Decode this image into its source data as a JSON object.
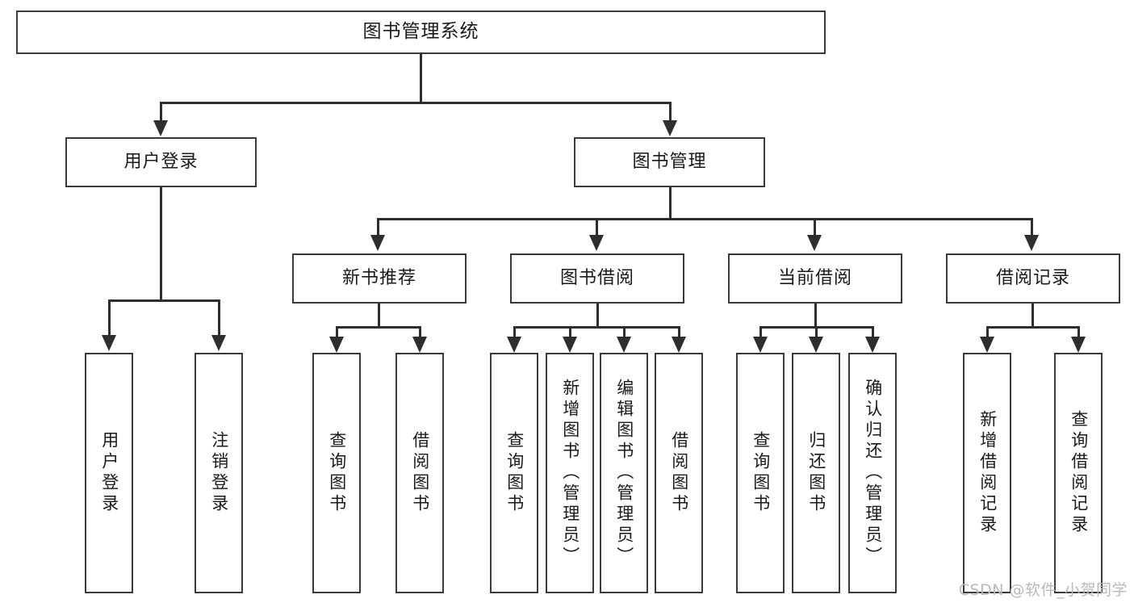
{
  "diagram": {
    "title": "图书管理系统",
    "type": "tree-hierarchy-chart",
    "watermark": "CSDN @软件_小贺同学",
    "colors": {
      "box_border": "#3a3a3a",
      "box_fill": "#ffffff",
      "connector": "#2e2e2e",
      "text": "#1a1a1a",
      "watermark": "#b9b9b9",
      "background": "#ffffff"
    }
  },
  "nodes": {
    "root": {
      "label": "图书管理系统"
    },
    "level2": [
      {
        "label": "用户登录"
      },
      {
        "label": "图书管理"
      }
    ],
    "level3": [
      {
        "label": "新书推荐"
      },
      {
        "label": "图书借阅"
      },
      {
        "label": "当前借阅"
      },
      {
        "label": "借阅记录"
      }
    ],
    "leaves": {
      "user_login": [
        {
          "label": "用户登录"
        },
        {
          "label": "注销登录"
        }
      ],
      "new_book_recommend": [
        {
          "label": "查询图书"
        },
        {
          "label": "借阅图书"
        }
      ],
      "book_borrow": [
        {
          "label": "查询图书"
        },
        {
          "label": "新增图书（管理员）"
        },
        {
          "label": "编辑图书（管理员）"
        },
        {
          "label": "借阅图书"
        }
      ],
      "current_borrow": [
        {
          "label": "查询图书"
        },
        {
          "label": "归还图书"
        },
        {
          "label": "确认归还（管理员）"
        }
      ],
      "borrow_record": [
        {
          "label": "新增借阅记录"
        },
        {
          "label": "查询借阅记录"
        }
      ]
    }
  }
}
